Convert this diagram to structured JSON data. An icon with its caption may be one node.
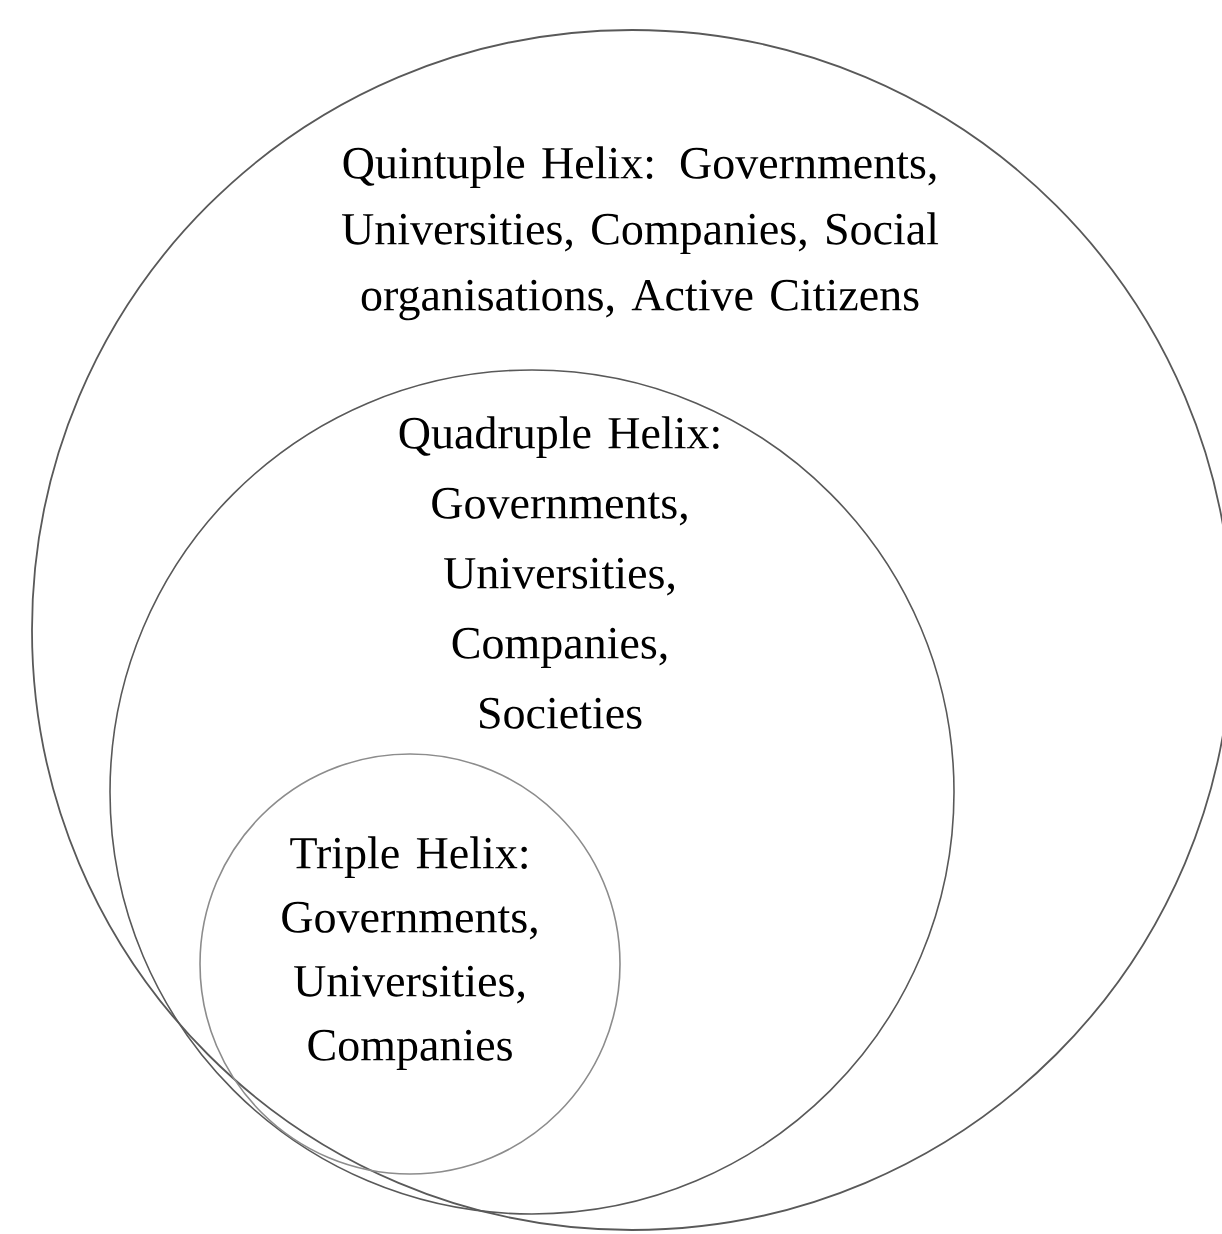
{
  "diagram": {
    "nodes": [
      {
        "text": [
          "Quintuple Helix: Governments, Universities, Companies, Social organisations, Active Citizens"
        ]
      },
      {
        "text": [
          "Quadruple Helix: Governments, Universities, Companies, Societies"
        ],
        "in": 0
      },
      {
        "text": [
          "Triple Helix: Governments, Universities, Companies"
        ],
        "in": 1
      }
    ]
  }
}
